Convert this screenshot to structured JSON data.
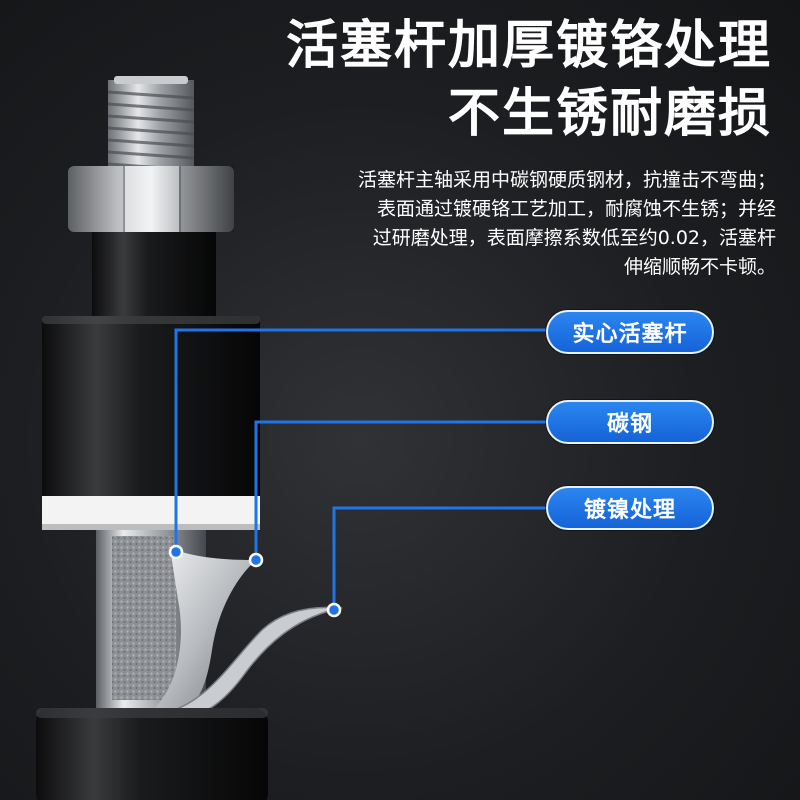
{
  "headline": {
    "line1": "活塞杆加厚镀铬处理",
    "line2": "不生锈耐磨损"
  },
  "description": {
    "lines": [
      "活塞杆主轴采用中碳钢硬质钢材，抗撞击不弯曲；",
      "表面通过镀硬铬工艺加工，耐腐蚀不生锈；并经",
      "过研磨处理，表面摩擦系数低至约0.02，活塞杆",
      "伸缩顺畅不卡顿。"
    ]
  },
  "callouts": [
    {
      "label": "实心活塞杆"
    },
    {
      "label": "碳钢"
    },
    {
      "label": "镀镍处理"
    }
  ],
  "colors": {
    "callout_fill": "#1f74e6",
    "callout_line": "#1f74e6",
    "background": "#1c1e21",
    "text": "#ffffff"
  }
}
